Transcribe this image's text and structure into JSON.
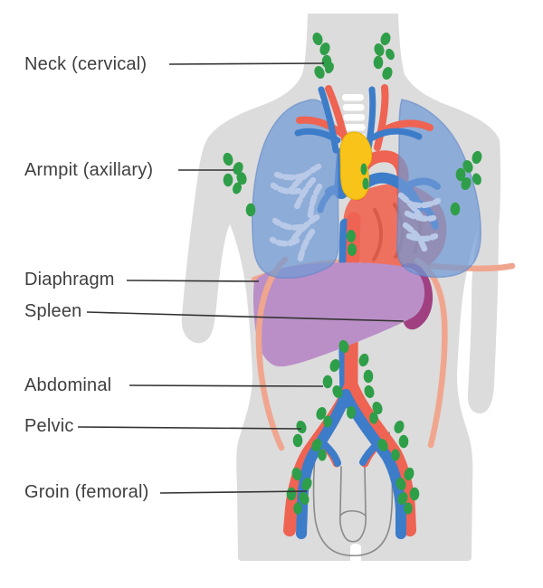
{
  "diagram": {
    "type": "anatomical-illustration",
    "subject": "Human lymph node locations in the body",
    "background": "#ffffff",
    "labels": [
      {
        "id": "neck",
        "text": "Neck (cervical)"
      },
      {
        "id": "armpit",
        "text": "Armpit (axillary)"
      },
      {
        "id": "diaphragm",
        "text": "Diaphragm"
      },
      {
        "id": "spleen",
        "text": "Spleen"
      },
      {
        "id": "abdominal",
        "text": "Abdominal"
      },
      {
        "id": "pelvic",
        "text": "Pelvic"
      },
      {
        "id": "groin",
        "text": "Groin (femoral)"
      }
    ],
    "colors": {
      "body_silhouette": "#dcdcdc",
      "lymph_nodes": "#2f9e48",
      "lungs": "#6f9ad6",
      "bronchi": "#b9c9e8",
      "heart": "#ee7160",
      "arteries": "#ee6352",
      "veins": "#3d7cc9",
      "thymus": "#f9c41a",
      "liver": "#ba8fc7",
      "spleen": "#a04080",
      "diaphragm_ribs": "#f0a68e",
      "genital_outline": "#8a8a8a",
      "trachea": "#ffffff",
      "label_text": "#3f3f3f",
      "leader_lines": "#333333"
    }
  }
}
